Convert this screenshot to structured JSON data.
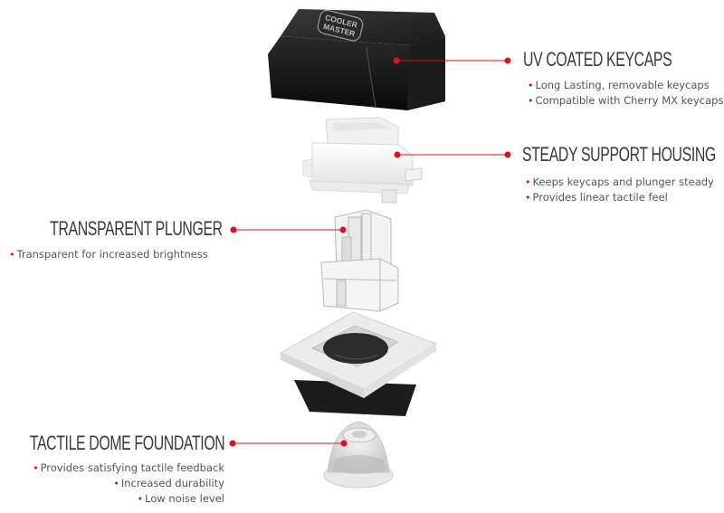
{
  "brand": {
    "keycap_logo_line1": "COOLER",
    "keycap_logo_line2": "MASTER",
    "accent_color": "#d7141c"
  },
  "callouts": [
    {
      "id": "uv-coated-keycaps",
      "title": "UV COATED KEYCAPS",
      "bullets": [
        "Long Lasting, removable keycaps",
        "Compatible with Cherry MX keycaps"
      ]
    },
    {
      "id": "steady-support-housing",
      "title": "STEADY SUPPORT HOUSING",
      "bullets": [
        "Keeps keycaps and plunger steady",
        "Provides linear tactile feel"
      ]
    },
    {
      "id": "transparent-plunger",
      "title": "TRANSPARENT PLUNGER",
      "bullets": [
        "Transparent for increased brightness"
      ]
    },
    {
      "id": "tactile-dome-foundation",
      "title": "TACTILE DOME FOUNDATION",
      "bullets": [
        "Provides satisfying tactile feedback",
        "Increased durability",
        "Low noise level"
      ]
    }
  ],
  "bullet_glyph": "•"
}
